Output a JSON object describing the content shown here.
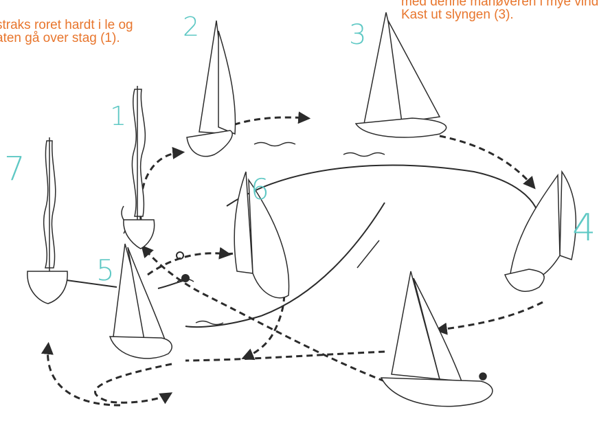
{
  "colors": {
    "caption": "#e8762d",
    "number": "#5ec8c4",
    "ink": "#2b2b2b",
    "background": "#ffffff"
  },
  "captions": {
    "left": {
      "line1": "straks roret hardt i le og",
      "line2": "aten gå over stag (1)."
    },
    "right": {
      "line1": "med denne manøveren i mye vind.",
      "line2": "Kast ut slyngen (3)."
    }
  },
  "boats": [
    {
      "number": "1"
    },
    {
      "number": "2"
    },
    {
      "number": "3"
    },
    {
      "number": "4"
    },
    {
      "number": "5"
    },
    {
      "number": "6"
    },
    {
      "number": "7"
    }
  ]
}
